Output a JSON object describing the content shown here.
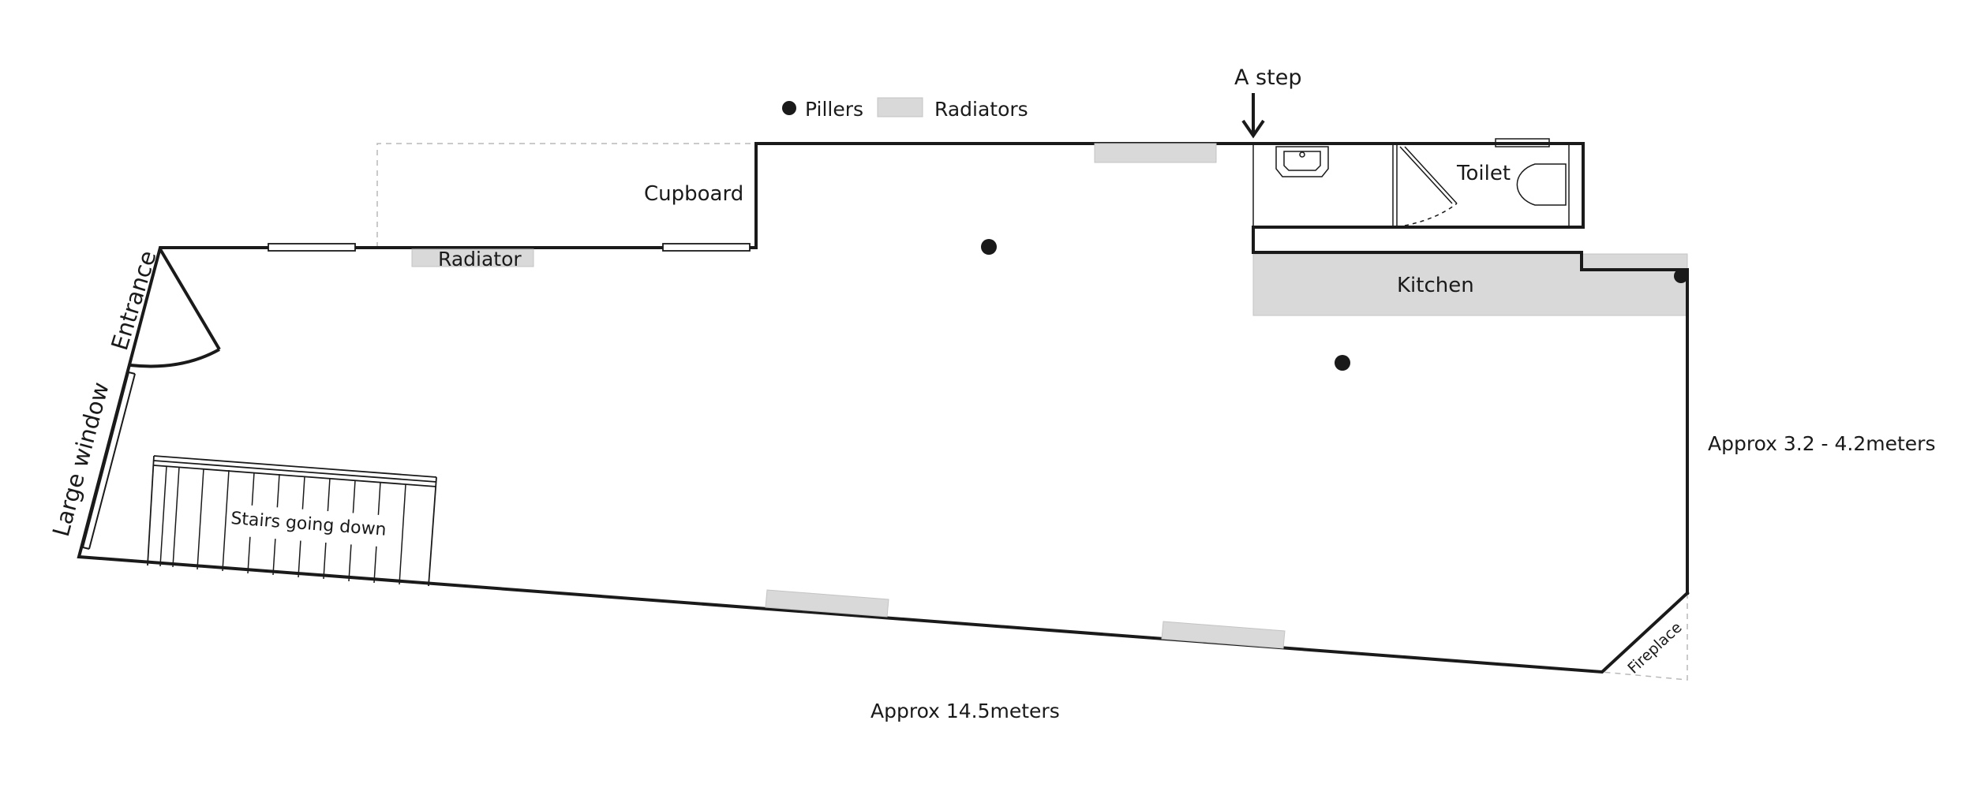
{
  "legend": {
    "piller_label": "Pillers",
    "radiator_label": "Radiators"
  },
  "labels": {
    "a_step": "A step",
    "toilet": "Toilet",
    "cupboard": "Cupboard",
    "radiator": "Radiator",
    "kitchen": "Kitchen",
    "entrance": "Entrance",
    "large_window": "Large window",
    "stairs": "Stairs going down",
    "fireplace": "Fireplace",
    "width_dimension": "Approx 3.2 - 4.2meters",
    "length_dimension": "Approx 14.5meters"
  },
  "colors": {
    "wall": "#1a1a1a",
    "radiator_fill": "#d9d9d9",
    "kitchen_fill": "#d9d9d9",
    "dashed_outline": "#b9b9b9"
  }
}
